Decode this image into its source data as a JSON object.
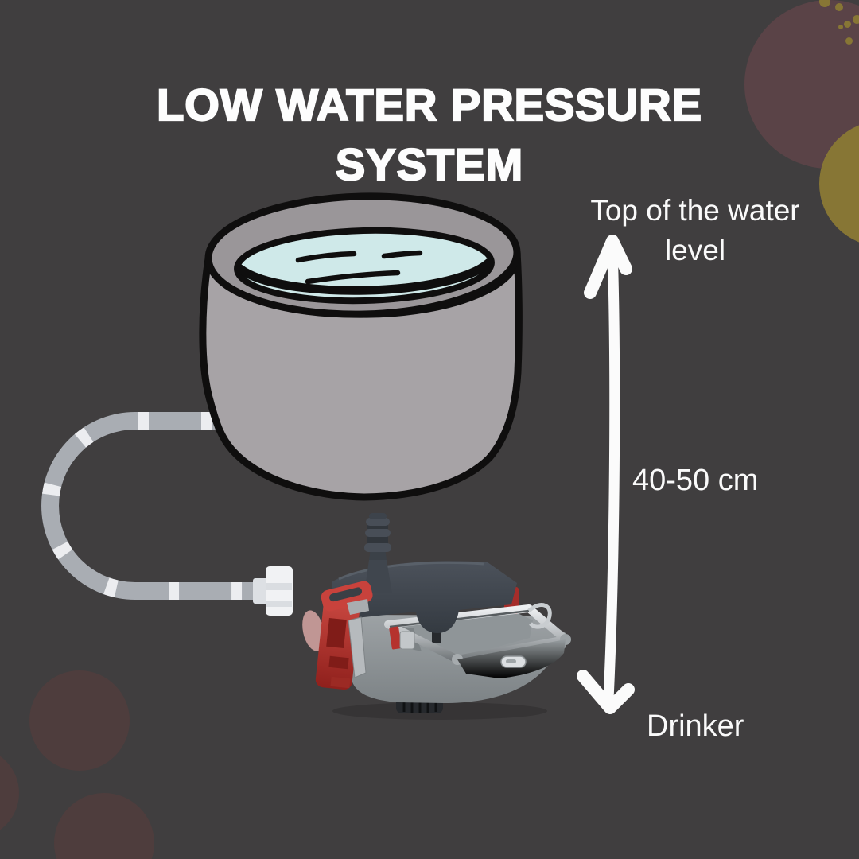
{
  "title": {
    "line1": "LOW WATER PRESSURE",
    "line2": "SYSTEM"
  },
  "annotations": {
    "water_level_label": {
      "line1": "Top of the water",
      "line2": "level"
    },
    "distance_label": "40-50 cm",
    "drinker_label": "Drinker"
  },
  "illustrations": {
    "bucket": "water-filled-bucket",
    "hose": "curved-supply-hose-with-connector",
    "drinker": "automatic-cup-drinker",
    "arrow": "double-headed-vertical-measurement-arrow"
  },
  "decorations": [
    "maroon-circle-top-right",
    "olive-circle-right",
    "olive-dots-top-right",
    "brown-blobs-bottom-left"
  ],
  "colors": {
    "background": "#403e3f",
    "text": "#fdfdfd",
    "water": "#cfe9e9",
    "bucket_gray": "#a7a3a6",
    "hose_gray": "#a9adb3",
    "arrow_white": "#fbfbfb",
    "accent_maroon": "#5a4347",
    "accent_olive": "#877635",
    "blob_brown": "#4e3d3d",
    "drinker_red": "#c23b36"
  }
}
